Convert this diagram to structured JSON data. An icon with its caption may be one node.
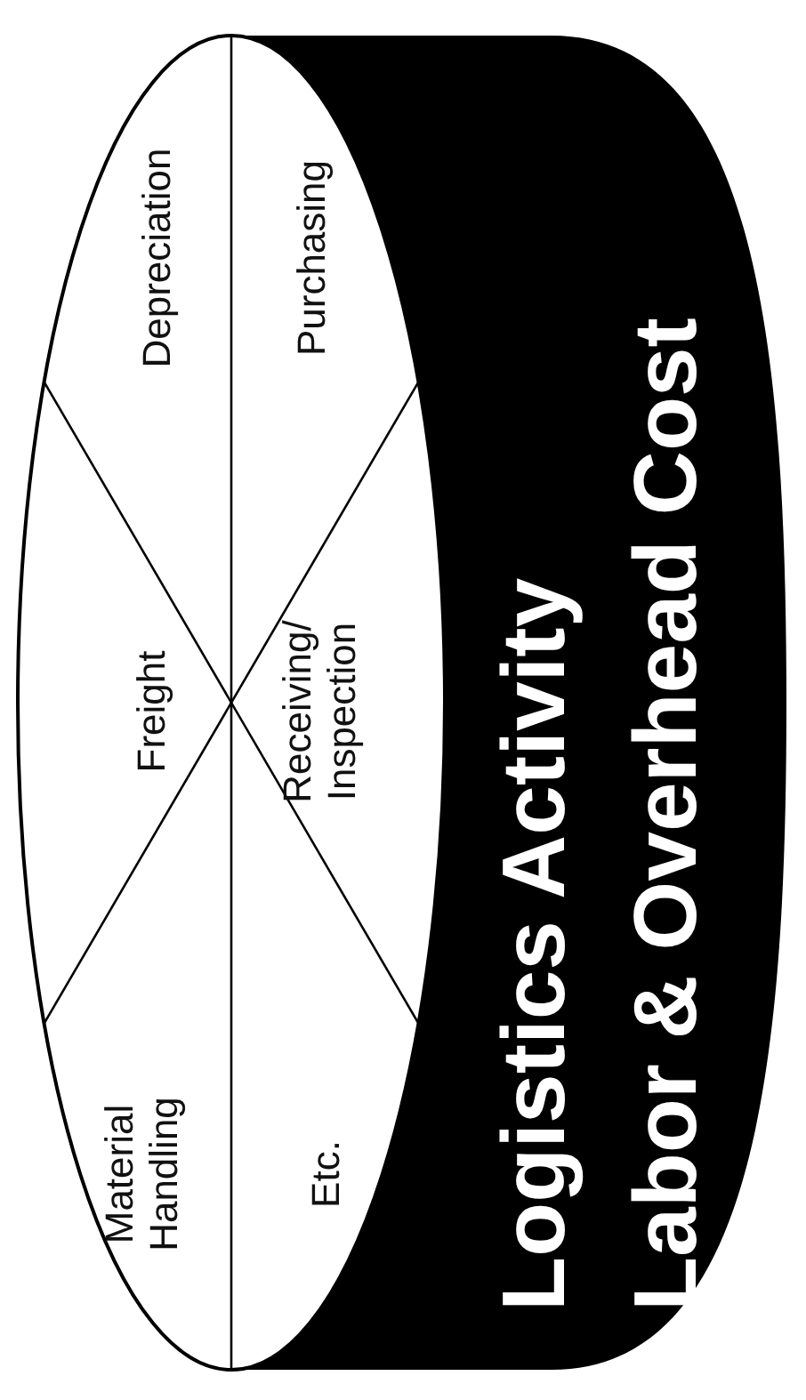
{
  "diagram": {
    "nodes": [
      {
        "text": [
          "Logistics Activity",
          "Labor & Overhead Cost"
        ]
      },
      {
        "text": [
          "Material Handling"
        ]
      },
      {
        "text": [
          "Freight"
        ]
      },
      {
        "text": [
          "Depreciation"
        ]
      },
      {
        "text": [
          "Etc."
        ]
      },
      {
        "text": [
          "Receiving/ Inspection"
        ]
      },
      {
        "text": [
          "Purchasing"
        ]
      }
    ]
  }
}
